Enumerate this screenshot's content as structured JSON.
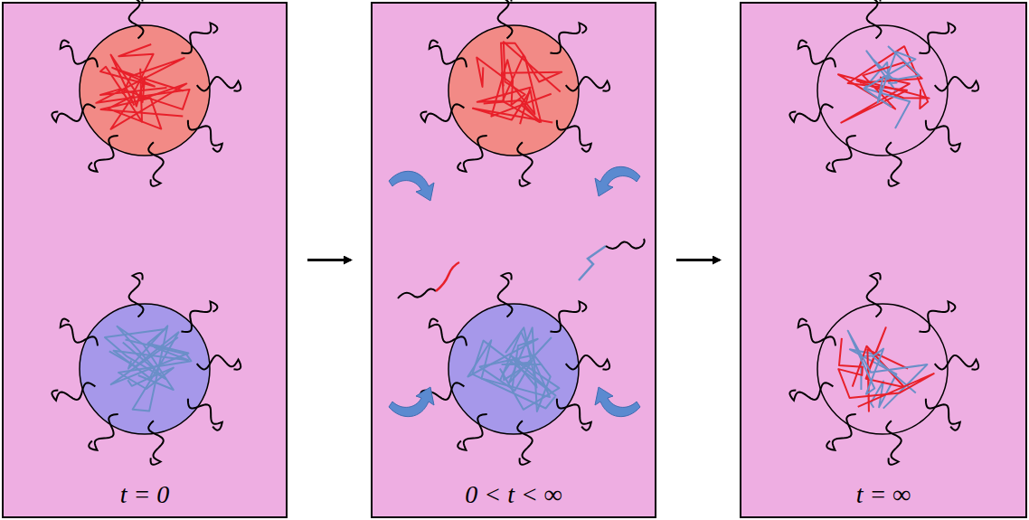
{
  "diagram": {
    "nodes": [
      {
        "text": [
          "t = 0"
        ]
      },
      {
        "text": [
          "0 < t < ∞"
        ]
      },
      {
        "text": [
          "t = ∞"
        ]
      }
    ],
    "edges": [
      {
        "from": 0,
        "to": 1,
        "arrow": "to"
      },
      {
        "from": 1,
        "to": 2,
        "arrow": "to"
      }
    ]
  }
}
